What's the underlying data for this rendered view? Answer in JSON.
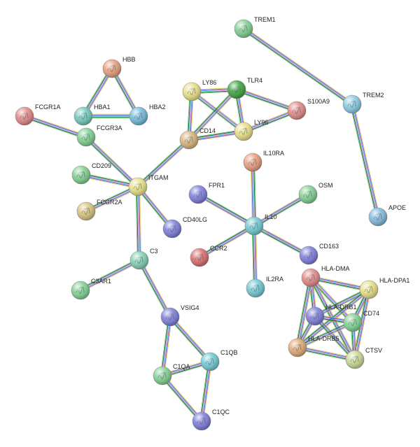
{
  "network": {
    "nodes": [
      {
        "id": "TREM1",
        "label": "TREM1",
        "color": "#7fcf8f"
      },
      {
        "id": "HBB",
        "label": "HBB",
        "color": "#e79a7a"
      },
      {
        "id": "TLR4",
        "label": "TLR4",
        "color": "#3aa33a"
      },
      {
        "id": "LY86",
        "label": "LY86",
        "color": "#e8df84"
      },
      {
        "id": "S100A9",
        "label": "S100A9",
        "color": "#e38585"
      },
      {
        "id": "TREM2",
        "label": "TREM2",
        "color": "#87c9e3"
      },
      {
        "id": "FCGR1A",
        "label": "FCGR1A",
        "color": "#e38585"
      },
      {
        "id": "HBA1",
        "label": "HBA1",
        "color": "#6fc8b8"
      },
      {
        "id": "HBA2",
        "label": "HBA2",
        "color": "#6fb8dc"
      },
      {
        "id": "FCGR3A",
        "label": "FCGR3A",
        "color": "#7fcf8f"
      },
      {
        "id": "CD14",
        "label": "CD14",
        "color": "#d9b27a"
      },
      {
        "id": "LY96",
        "label": "LY96",
        "color": "#e8df84"
      },
      {
        "id": "IL10RA",
        "label": "IL10RA",
        "color": "#e79a7a"
      },
      {
        "id": "CD209",
        "label": "CD209",
        "color": "#7fcf8f"
      },
      {
        "id": "ITGAM",
        "label": "ITGAM",
        "color": "#e8df84"
      },
      {
        "id": "FPR1",
        "label": "FPR1",
        "color": "#7a7ad9"
      },
      {
        "id": "OSM",
        "label": "OSM",
        "color": "#7fcf8f"
      },
      {
        "id": "FCGR2A",
        "label": "FCGR2A",
        "color": "#d9c27a"
      },
      {
        "id": "APOE",
        "label": "APOE",
        "color": "#7fb8dc"
      },
      {
        "id": "CD40LG",
        "label": "CD40LG",
        "color": "#7a7ad9"
      },
      {
        "id": "IL10",
        "label": "IL10",
        "color": "#6fc8d2"
      },
      {
        "id": "C3",
        "label": "C3",
        "color": "#7fcfb0"
      },
      {
        "id": "CCR2",
        "label": "CCR2",
        "color": "#d96a6a"
      },
      {
        "id": "CD163",
        "label": "CD163",
        "color": "#7a7ad9"
      },
      {
        "id": "HLA-DMA",
        "label": "HLA-DMA",
        "color": "#e38585"
      },
      {
        "id": "C3AR1",
        "label": "C3AR1",
        "color": "#7fcf8f"
      },
      {
        "id": "IL2RA",
        "label": "IL2RA",
        "color": "#6fc8d2"
      },
      {
        "id": "HLA-DPA1",
        "label": "HLA-DPA1",
        "color": "#e8df84"
      },
      {
        "id": "HLA-DRB1",
        "label": "HLA-DRB1",
        "color": "#7a7ad9"
      },
      {
        "id": "CD74",
        "label": "CD74",
        "color": "#7fcf8f"
      },
      {
        "id": "VSIG4",
        "label": "VSIG4",
        "color": "#7a7ad9"
      },
      {
        "id": "HLA-DRB5",
        "label": "HLA-DRB5",
        "color": "#e0a870"
      },
      {
        "id": "CTSV",
        "label": "CTSV",
        "color": "#c8d890"
      },
      {
        "id": "C1QB",
        "label": "C1QB",
        "color": "#6fc8d2"
      },
      {
        "id": "C1QA",
        "label": "C1QA",
        "color": "#7fcf8f"
      },
      {
        "id": "C1QC",
        "label": "C1QC",
        "color": "#7a7ad9"
      }
    ],
    "edges": [
      [
        "TREM1",
        "TREM2"
      ],
      [
        "TREM2",
        "APOE"
      ],
      [
        "HBB",
        "HBA1"
      ],
      [
        "HBB",
        "HBA2"
      ],
      [
        "HBA1",
        "HBA2"
      ],
      [
        "FCGR1A",
        "FCGR3A"
      ],
      [
        "FCGR3A",
        "ITGAM"
      ],
      [
        "LY86",
        "TLR4"
      ],
      [
        "LY86",
        "LY96"
      ],
      [
        "LY86",
        "CD14"
      ],
      [
        "TLR4",
        "LY96"
      ],
      [
        "TLR4",
        "CD14"
      ],
      [
        "TLR4",
        "S100A9"
      ],
      [
        "LY96",
        "CD14"
      ],
      [
        "LY96",
        "S100A9"
      ],
      [
        "CD14",
        "ITGAM"
      ],
      [
        "ITGAM",
        "CD209"
      ],
      [
        "ITGAM",
        "FCGR2A"
      ],
      [
        "ITGAM",
        "CD40LG"
      ],
      [
        "ITGAM",
        "C3"
      ],
      [
        "C3",
        "C3AR1"
      ],
      [
        "C3",
        "VSIG4"
      ],
      [
        "VSIG4",
        "C1QA"
      ],
      [
        "VSIG4",
        "C1QB"
      ],
      [
        "C1QA",
        "C1QB"
      ],
      [
        "C1QA",
        "C1QC"
      ],
      [
        "C1QB",
        "C1QC"
      ],
      [
        "IL10",
        "IL10RA"
      ],
      [
        "IL10",
        "OSM"
      ],
      [
        "IL10",
        "FPR1"
      ],
      [
        "IL10",
        "CCR2"
      ],
      [
        "IL10",
        "CD163"
      ],
      [
        "IL10",
        "IL2RA"
      ],
      [
        "HLA-DMA",
        "HLA-DPA1"
      ],
      [
        "HLA-DMA",
        "HLA-DRB1"
      ],
      [
        "HLA-DMA",
        "CD74"
      ],
      [
        "HLA-DMA",
        "HLA-DRB5"
      ],
      [
        "HLA-DMA",
        "CTSV"
      ],
      [
        "HLA-DPA1",
        "HLA-DRB1"
      ],
      [
        "HLA-DPA1",
        "CD74"
      ],
      [
        "HLA-DPA1",
        "HLA-DRB5"
      ],
      [
        "HLA-DPA1",
        "CTSV"
      ],
      [
        "HLA-DRB1",
        "CD74"
      ],
      [
        "HLA-DRB1",
        "HLA-DRB5"
      ],
      [
        "HLA-DRB1",
        "CTSV"
      ],
      [
        "CD74",
        "HLA-DRB5"
      ],
      [
        "CD74",
        "CTSV"
      ],
      [
        "HLA-DRB5",
        "CTSV"
      ]
    ],
    "edge_colors": [
      "#d9d94a",
      "#4a4ad9",
      "#c04ac0",
      "#4ad9d9",
      "#222222",
      "#4ac04a"
    ]
  }
}
